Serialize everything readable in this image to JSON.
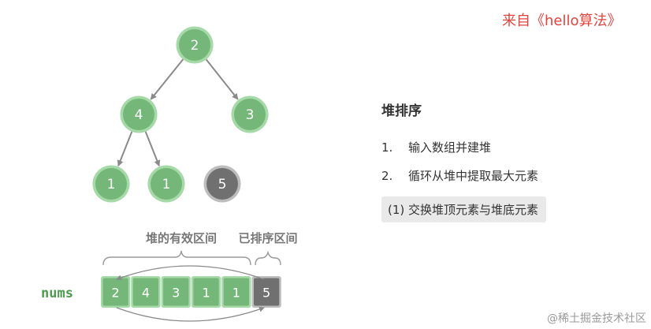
{
  "source_label": "来自《hello算法》",
  "tree": {
    "nodes": [
      {
        "value": "2",
        "state": "heap"
      },
      {
        "value": "4",
        "state": "heap"
      },
      {
        "value": "3",
        "state": "heap"
      },
      {
        "value": "1",
        "state": "heap"
      },
      {
        "value": "1",
        "state": "heap"
      },
      {
        "value": "5",
        "state": "sorted"
      }
    ]
  },
  "array": {
    "label": "nums",
    "cells": [
      {
        "value": "2",
        "state": "heap"
      },
      {
        "value": "4",
        "state": "heap"
      },
      {
        "value": "3",
        "state": "heap"
      },
      {
        "value": "1",
        "state": "heap"
      },
      {
        "value": "1",
        "state": "heap"
      },
      {
        "value": "5",
        "state": "sorted"
      }
    ],
    "heap_range_label": "堆的有效区间",
    "sorted_range_label": "已排序区间"
  },
  "panel": {
    "title": "堆排序",
    "steps": [
      {
        "num": "1.",
        "text": "输入数组并建堆"
      },
      {
        "num": "2.",
        "text": "循环从堆中提取最大元素"
      }
    ],
    "substep": "(1) 交换堆顶元素与堆底元素"
  },
  "colors": {
    "heap_fill": "#75b779",
    "heap_ring": "#a6d9a8",
    "sorted_fill": "#707070",
    "sorted_ring": "#bdbdbd",
    "edge": "#8a8a8a",
    "source": "#e0443e"
  },
  "watermark": "@稀土掘金技术社区"
}
